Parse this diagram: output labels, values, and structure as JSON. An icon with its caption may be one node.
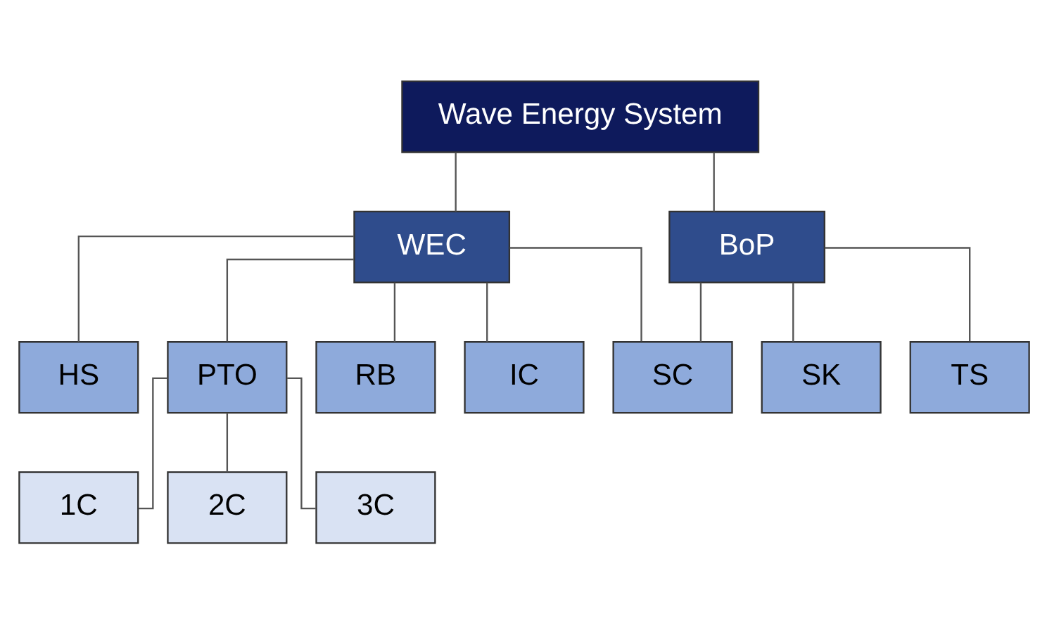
{
  "diagram": {
    "nodes": [
      {
        "text": [
          "Wave Energy System"
        ]
      },
      {
        "text": [
          "WEC"
        ]
      },
      {
        "text": [
          "BoP"
        ]
      },
      {
        "text": [
          "HS"
        ]
      },
      {
        "text": [
          "PTO"
        ]
      },
      {
        "text": [
          "RB"
        ]
      },
      {
        "text": [
          "IC"
        ]
      },
      {
        "text": [
          "SC"
        ]
      },
      {
        "text": [
          "SK"
        ]
      },
      {
        "text": [
          "TS"
        ]
      },
      {
        "text": [
          "1C"
        ]
      },
      {
        "text": [
          "2C"
        ]
      },
      {
        "text": [
          "3C"
        ]
      }
    ],
    "edges": [
      {
        "from": 0,
        "to": 1,
        "arrow": "none"
      },
      {
        "from": 0,
        "to": 2,
        "arrow": "none"
      },
      {
        "from": 1,
        "to": 3,
        "arrow": "none"
      },
      {
        "from": 1,
        "to": 4,
        "arrow": "none"
      },
      {
        "from": 1,
        "to": 5,
        "arrow": "none"
      },
      {
        "from": 1,
        "to": 6,
        "arrow": "none"
      },
      {
        "from": 1,
        "to": 7,
        "arrow": "none"
      },
      {
        "from": 2,
        "to": 7,
        "arrow": "none"
      },
      {
        "from": 2,
        "to": 8,
        "arrow": "none"
      },
      {
        "from": 2,
        "to": 9,
        "arrow": "none"
      },
      {
        "from": 4,
        "to": 10,
        "arrow": "none"
      },
      {
        "from": 4,
        "to": 11,
        "arrow": "none"
      },
      {
        "from": 4,
        "to": 12,
        "arrow": "none"
      }
    ]
  }
}
